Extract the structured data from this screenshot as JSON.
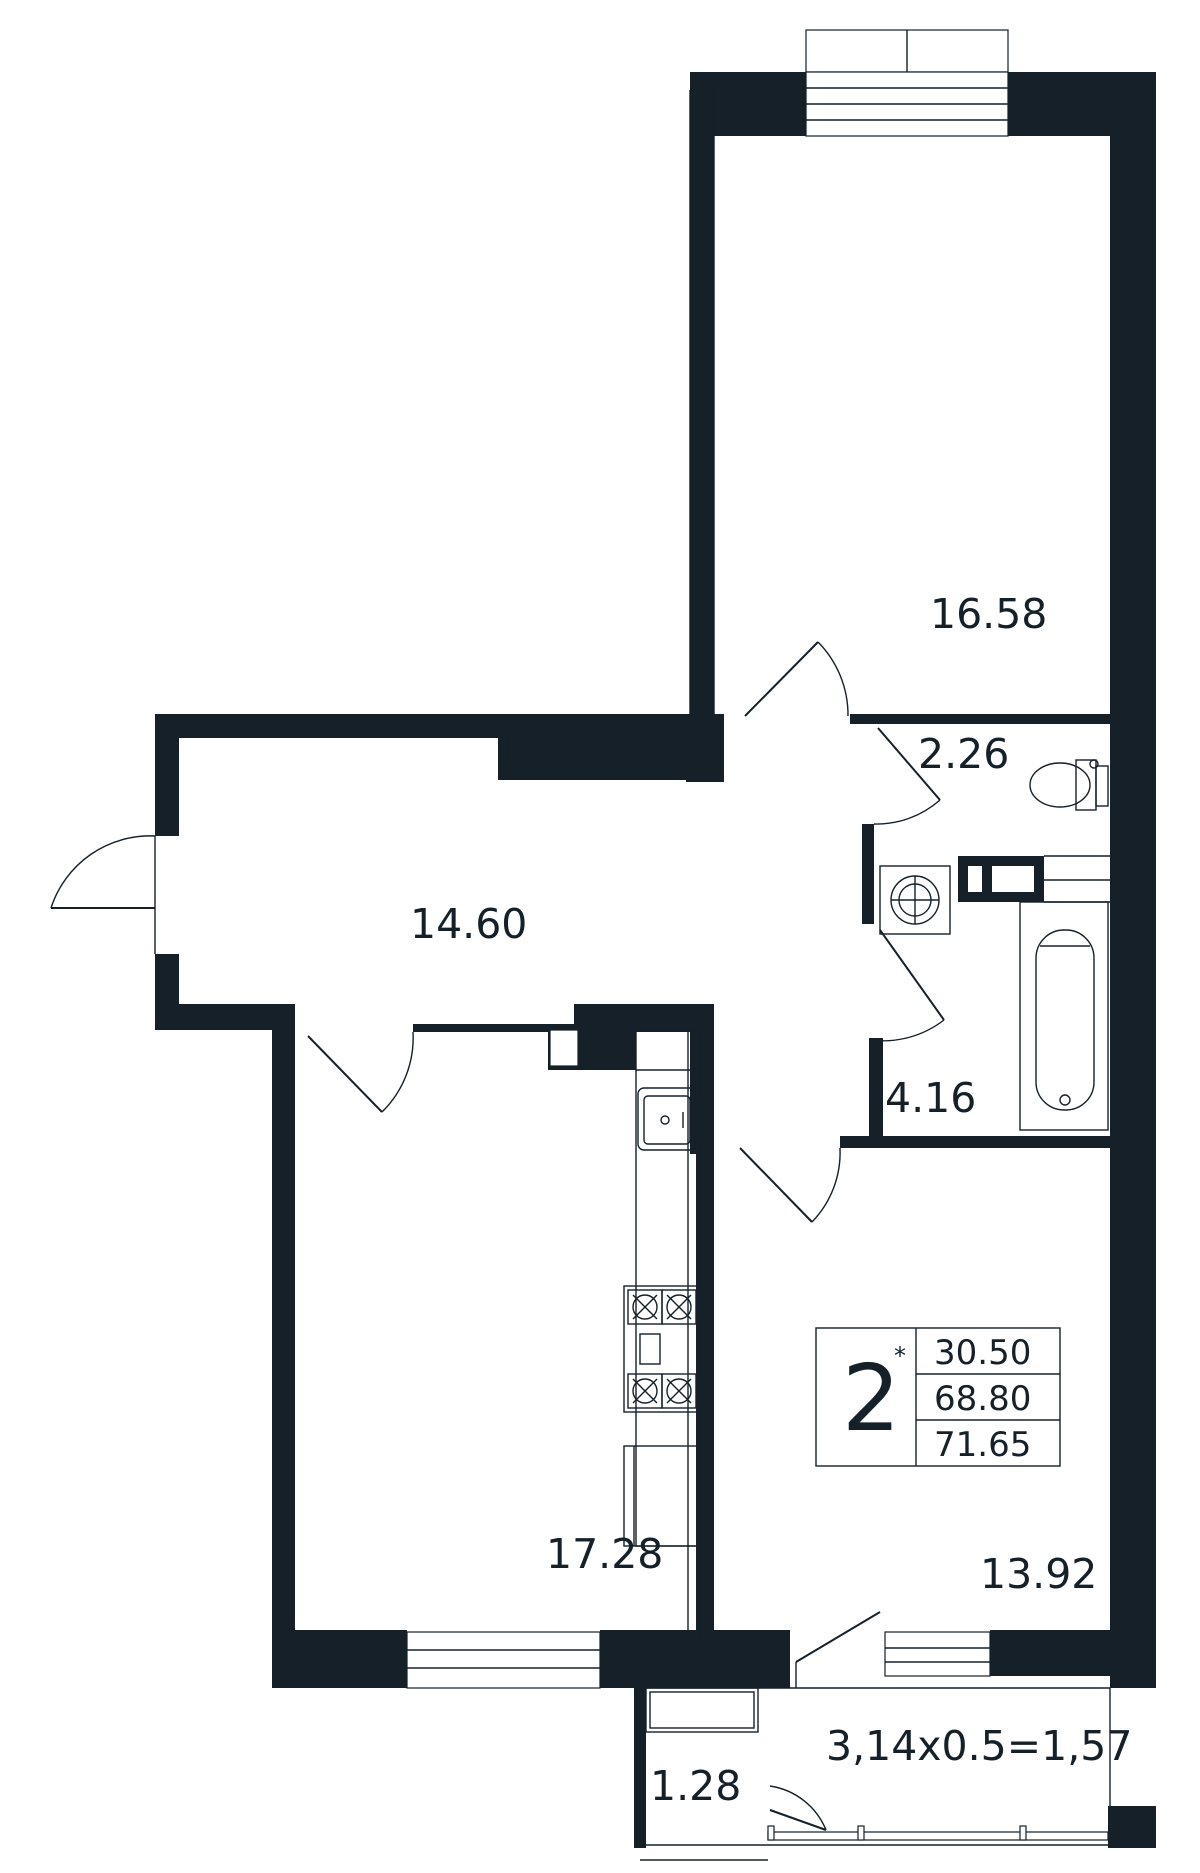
{
  "colors": {
    "wall": "#152029",
    "background": "#ffffff"
  },
  "rooms": {
    "bedroom_top": "16.58",
    "toilet": "2.26",
    "hall": "14.60",
    "bathroom": "4.16",
    "kitchen_living": "17.28",
    "bedroom_bottom": "13.92",
    "storage": "1.28",
    "balcony": "3,14x0.5=1,57"
  },
  "legend": {
    "rooms_count": "2",
    "marker": "*",
    "living_area": "30.50",
    "total_area": "68.80",
    "total_with_balcony": "71.65"
  },
  "icons": [
    "toilet-icon",
    "washing-machine-icon",
    "bathtub-icon",
    "sink-icon",
    "stove-icon",
    "fridge-icon"
  ]
}
